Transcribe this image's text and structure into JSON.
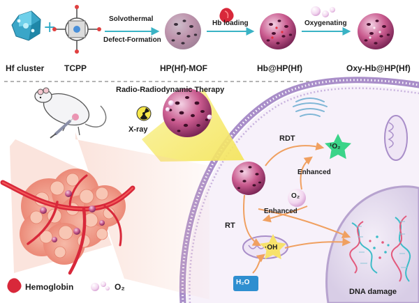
{
  "synthesis": {
    "hf_cluster": "Hf cluster",
    "tcpp": "TCPP",
    "plus": "+",
    "step1_top": "Solvothermal",
    "step1_bottom": "Defect-Formation",
    "mof": "HP(Hf)-MOF",
    "step2": "Hb loading",
    "hb_mof": "Hb@HP(Hf)",
    "step3": "Oxygenating",
    "oxy_mof": "Oxy-Hb@HP(Hf)"
  },
  "therapy": {
    "title": "Radio-Radiodynamic  Therapy",
    "xray": "X-ray",
    "rdt": "RDT",
    "singlet_oxygen": "¹O₂",
    "enhanced_1": "Enhanced",
    "o2": "O₂",
    "enhanced_2": "Enhanced",
    "rt": "RT",
    "hydroxyl": "·OH",
    "water": "H₂O",
    "dna_damage": "DNA damage"
  },
  "legend": {
    "hemoglobin": "Hemoglobin",
    "o2": "O₂"
  },
  "colors": {
    "arrow_teal": "#3ab3c5",
    "arrow_orange": "#f0a060",
    "membrane": "#a98ec9",
    "nanoparticle": "#c95a8e",
    "hemoglobin_red": "#d8283a",
    "singlet_star": "#3bd489",
    "hydroxyl_star": "#f7e26b",
    "water_box": "#2f8fd0",
    "xray_beam": "#f7ec6c"
  }
}
